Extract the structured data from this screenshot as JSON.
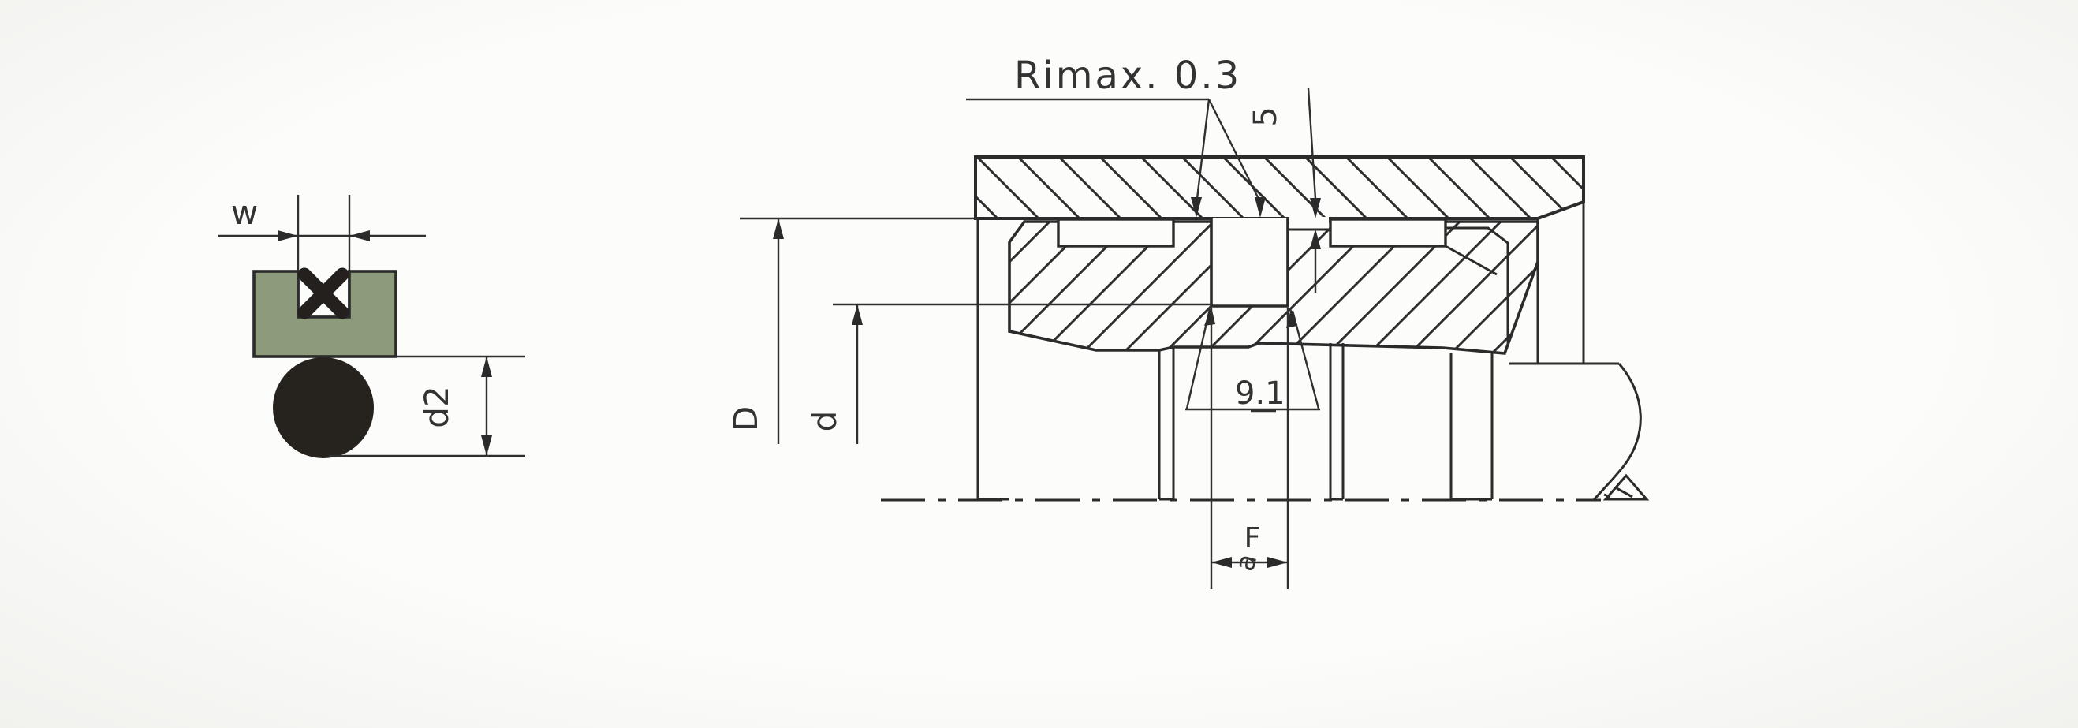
{
  "colors": {
    "line": "#2b2b2b",
    "background": "#fafaf8",
    "seal_green": "#8d9b7c",
    "oring_black": "#26221e",
    "text": "#333333"
  },
  "left_figure": {
    "width_label": "w",
    "oring_diameter_label": "d2"
  },
  "right_figure": {
    "roughness_note": "Rimax. 0.3",
    "protrusion_label": "5",
    "bore_diameter_label": "D",
    "groove_diameter_label": "d",
    "radius_label": "9.1",
    "groove_width_label_top": "F",
    "groove_width_label_bottom": "a"
  }
}
